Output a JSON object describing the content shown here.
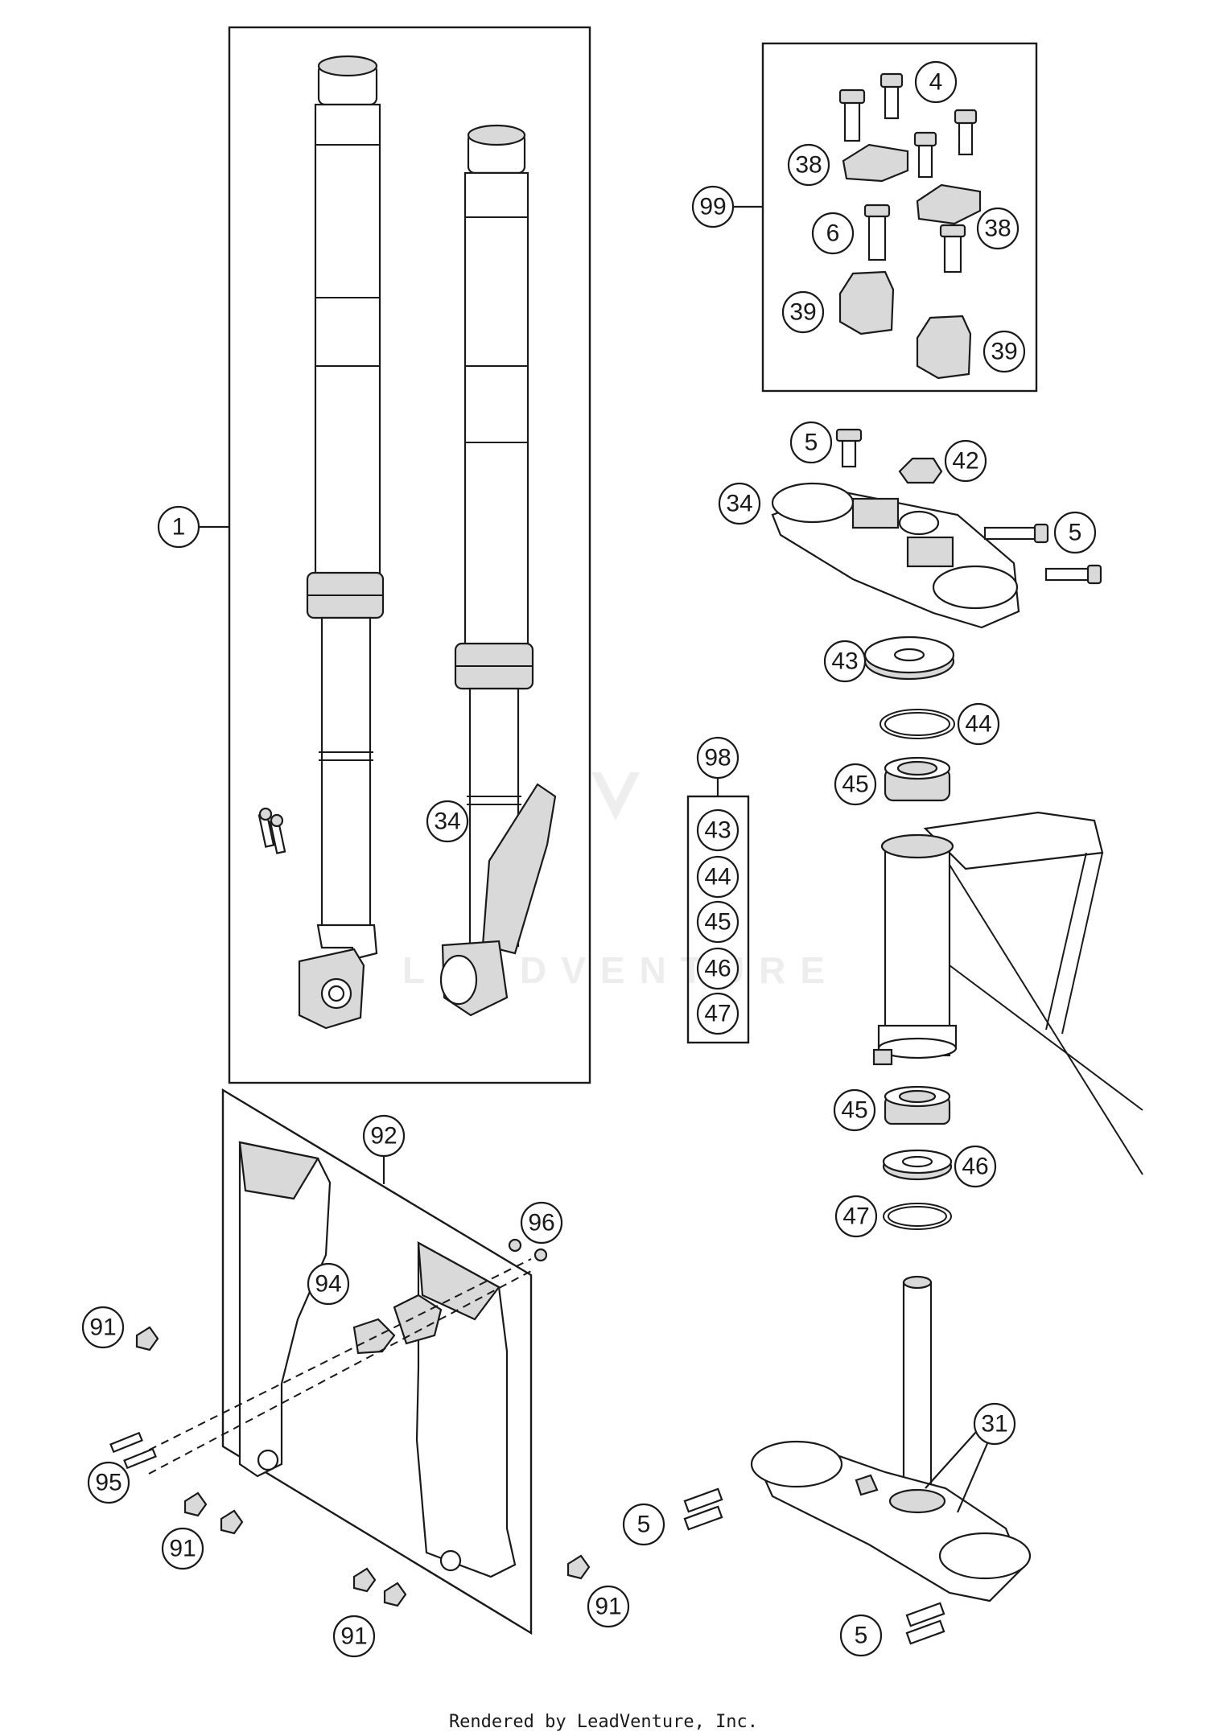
{
  "watermark": "LEADVENTURE",
  "footer": "Rendered by LeadVenture, Inc.",
  "callouts": {
    "c1": "1",
    "c34a": "34",
    "c99": "99",
    "c4": "4",
    "c38a": "38",
    "c38b": "38",
    "c6": "6",
    "c39a": "39",
    "c39b": "39",
    "c5a": "5",
    "c42": "42",
    "c34b": "34",
    "c5b": "5",
    "c43a": "43",
    "c44a": "44",
    "c45a": "45",
    "c98": "98",
    "c43b": "43",
    "c44b": "44",
    "c45b": "45",
    "c46b": "46",
    "c47b": "47",
    "c45c": "45",
    "c46a": "46",
    "c47a": "47",
    "c92": "92",
    "c96": "96",
    "c94": "94",
    "c91a": "91",
    "c95": "95",
    "c91b": "91",
    "c91c": "91",
    "c91d": "91",
    "c31": "31",
    "c5c": "5",
    "c5d": "5"
  }
}
